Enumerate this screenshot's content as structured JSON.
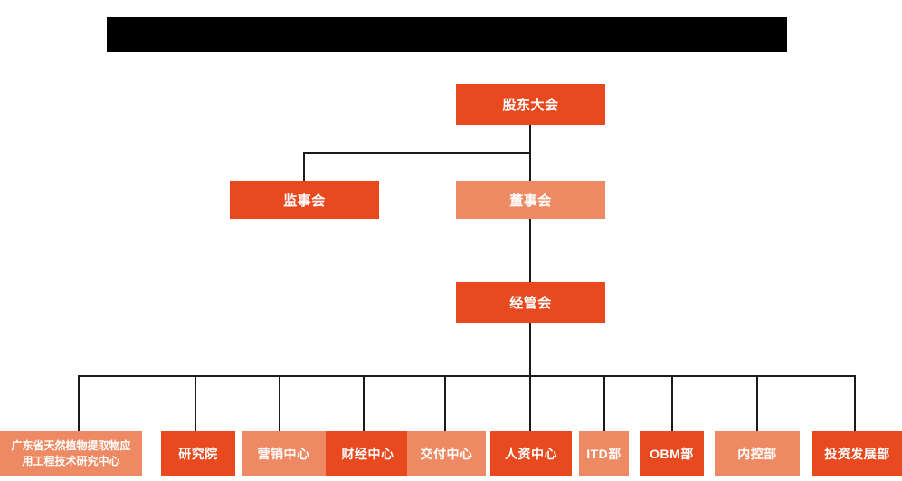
{
  "chart": {
    "title_bar": {
      "name": "redacted-title-banner",
      "text": "",
      "color": "#000000"
    },
    "colors": {
      "dark_orange": "#E8491E",
      "light_orange": "#EE8A63",
      "line": "#1a1a1a",
      "background": "#ffffff",
      "text": "#ffffff"
    },
    "levels": {
      "level1": [
        {
          "id": "shareholders",
          "label": "股东大会",
          "color": "dark_orange"
        }
      ],
      "level2": [
        {
          "id": "supervisors",
          "label": "监事会",
          "color": "dark_orange"
        },
        {
          "id": "directors",
          "label": "董事会",
          "color": "light_orange"
        }
      ],
      "level3": [
        {
          "id": "management",
          "label": "经管会",
          "color": "dark_orange"
        }
      ],
      "level4": [
        {
          "id": "research-center-gd",
          "label": "广东省天然植物提取物应\n用工程技术研究中心",
          "color": "light_orange"
        },
        {
          "id": "research-institute",
          "label": "研究院",
          "color": "dark_orange"
        },
        {
          "id": "marketing-center",
          "label": "营销中心",
          "color": "light_orange"
        },
        {
          "id": "finance-center",
          "label": "财经中心",
          "color": "dark_orange"
        },
        {
          "id": "delivery-center",
          "label": "交付中心",
          "color": "light_orange"
        },
        {
          "id": "hr-center",
          "label": "人资中心",
          "color": "dark_orange"
        },
        {
          "id": "itd-dept",
          "label": "ITD部",
          "color": "light_orange"
        },
        {
          "id": "obm-dept",
          "label": "OBM部",
          "color": "dark_orange"
        },
        {
          "id": "internal-control-dept",
          "label": "内控部",
          "color": "light_orange"
        },
        {
          "id": "investment-development-dept",
          "label": "投资发展部",
          "color": "dark_orange"
        }
      ]
    }
  }
}
